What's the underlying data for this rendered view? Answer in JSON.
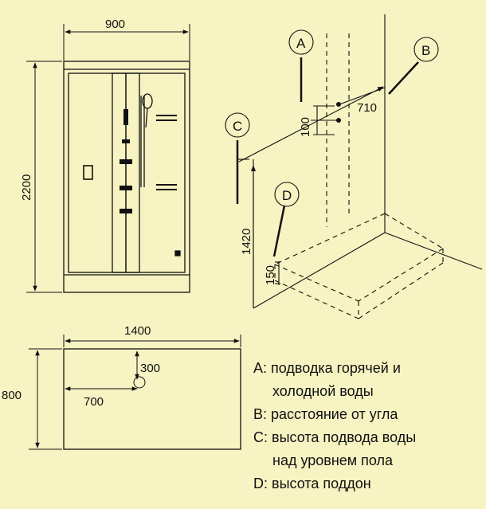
{
  "dimensions": {
    "width": "900",
    "height": "2200",
    "wall_distance": "710",
    "hot_cold_spacing": "100",
    "inlet_height": "1420",
    "tray_height": "150",
    "plan_width": "1400",
    "plan_depth": "800",
    "plan_offset_x": "700",
    "plan_offset_y": "300"
  },
  "markers": {
    "a": "A",
    "b": "B",
    "c": "C",
    "d": "D"
  },
  "legend": [
    {
      "key": "A:",
      "line1": "подводка горячей и",
      "line2": "холодной воды"
    },
    {
      "key": "B:",
      "line1": "расстояние от угла",
      "line2": ""
    },
    {
      "key": "C:",
      "line1": "высота подвода воды",
      "line2": "над  уровнем пола"
    },
    {
      "key": "D:",
      "line1": "высота поддон",
      "line2": ""
    }
  ],
  "colors": {
    "background": "#f7f3c2",
    "line": "#111111"
  }
}
